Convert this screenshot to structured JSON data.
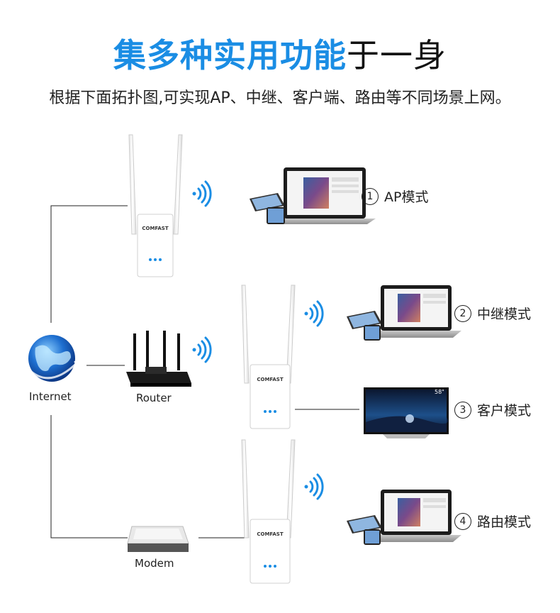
{
  "header": {
    "title_highlight": "集多种实用功能",
    "title_rest": "于一身",
    "subtitle": "根据下面拓扑图,可实现AP、中继、客户端、路由等不同场景上网。"
  },
  "nodes": {
    "internet": "Internet",
    "router": "Router",
    "modem": "Modem"
  },
  "device_brand": "COMFAST",
  "tv_size": "58\"",
  "modes": [
    {
      "num": "1",
      "label": "AP模式"
    },
    {
      "num": "2",
      "label": "中继模式"
    },
    {
      "num": "3",
      "label": "客户模式"
    },
    {
      "num": "4",
      "label": "路由模式"
    }
  ],
  "colors": {
    "accent": "#1a8de4",
    "wifi": "#1a8de4",
    "line": "#222222"
  }
}
